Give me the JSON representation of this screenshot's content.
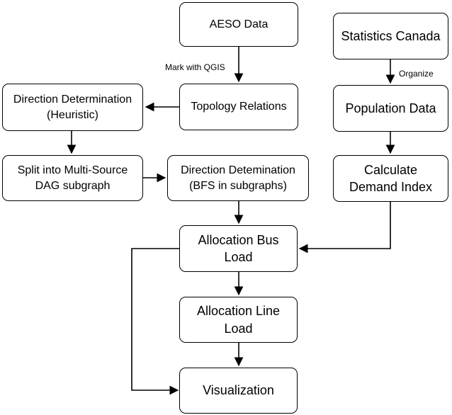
{
  "nodes": {
    "aeso_data": "AESO Data",
    "topology_relations": "Topology Relations",
    "direction_heuristic": "Direction Determination\n(Heuristic)",
    "split_dag": "Split into Multi-Source\nDAG subgraph",
    "direction_bfs": "Direction Detemination\n(BFS in subgraphs)",
    "allocation_bus_load": "Allocation Bus\nLoad",
    "allocation_line_load": "Allocation Line\nLoad",
    "visualization": "Visualization",
    "statistics_canada": "Statistics Canada",
    "population_data": "Population Data",
    "demand_index": "Calculate\nDemand Index"
  },
  "edge_labels": {
    "mark_with_qgis": "Mark with QGIS",
    "organize": "Organize"
  }
}
